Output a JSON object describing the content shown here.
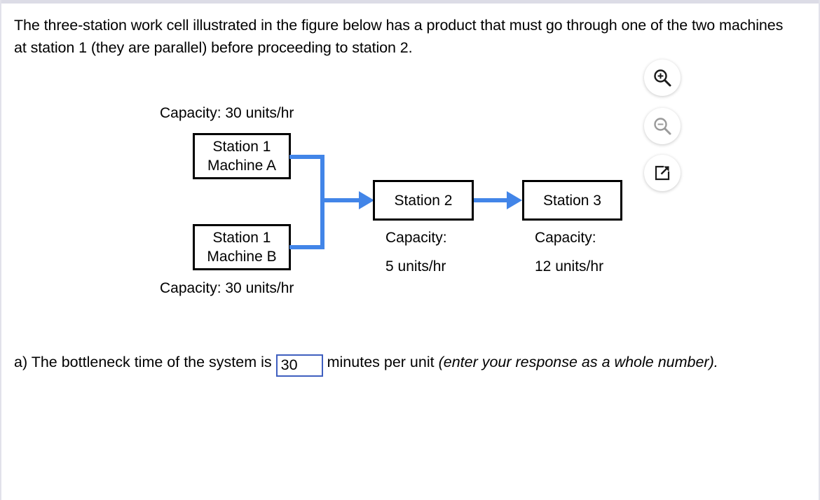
{
  "prompt": {
    "text": "The three-station work cell illustrated in the figure below has a product that must go through one of the two machines at station 1 (they are parallel) before proceeding to station 2."
  },
  "figure": {
    "machine_a": {
      "capacity_label": "Capacity: 30 units/hr",
      "line1": "Station 1",
      "line2": "Machine A"
    },
    "machine_b": {
      "line1": "Station 1",
      "line2": "Machine B",
      "capacity_label": "Capacity: 30 units/hr"
    },
    "station2": {
      "title": "Station 2",
      "capacity_line1": "Capacity:",
      "capacity_line2": "5 units/hr"
    },
    "station3": {
      "title": "Station 3",
      "capacity_line1": "Capacity:",
      "capacity_line2": "12 units/hr"
    },
    "accent_color": "#4285e8",
    "box_border_color": "#000000"
  },
  "tools": {
    "zoom_in": "zoom-in-icon",
    "zoom_out": "zoom-out-icon",
    "open_in_new": "open-in-new-window-icon"
  },
  "answer": {
    "prefix": "a) The bottleneck time of the system is",
    "value": "30",
    "suffix": "minutes per unit",
    "hint": "(enter your response as a whole number).",
    "input_border_color": "#3f5fbf"
  }
}
